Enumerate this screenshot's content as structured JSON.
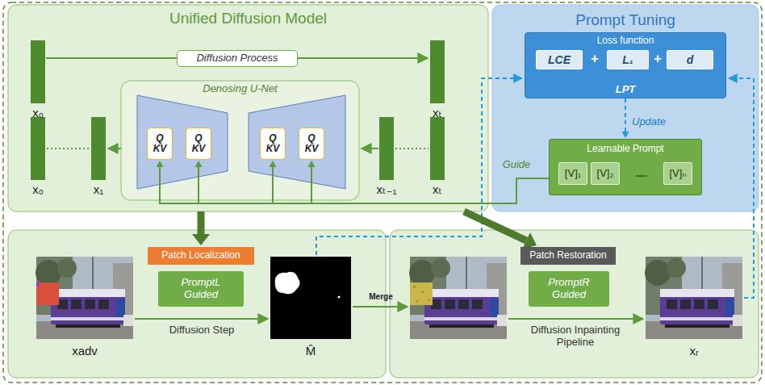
{
  "diagram": {
    "nodes": [
      {
        "text": [
          "Unified Diffusion Model"
        ]
      },
      {
        "text": [
          "Diffusion Process"
        ],
        "in": 0
      },
      {
        "text": [
          "Denosing U-Net"
        ],
        "in": 0
      },
      {
        "text": [
          "Q KV"
        ],
        "in": 2
      },
      {
        "text": [
          "Q KV"
        ],
        "in": 2
      },
      {
        "text": [
          "Q KV"
        ],
        "in": 2
      },
      {
        "text": [
          "Q KV"
        ],
        "in": 2
      },
      {
        "text": [
          "Prompt Tuning"
        ]
      },
      {
        "text": [
          "Loss function",
          "LPT"
        ],
        "in": 7
      },
      {
        "text": [
          "LCE"
        ],
        "in": 8
      },
      {
        "text": [
          "L₁"
        ],
        "in": 8
      },
      {
        "text": [
          "d"
        ],
        "in": 8
      },
      {
        "text": [
          "Learnable Prompt"
        ],
        "in": 7
      },
      {
        "text": [
          "[V]₁"
        ],
        "in": 12
      },
      {
        "text": [
          "[V]₂"
        ],
        "in": 12
      },
      {
        "text": [
          "[V]ₙ"
        ],
        "in": 12
      },
      {
        "text": [
          "Patch Localization"
        ]
      },
      {
        "text": [
          "PromptL Guided"
        ]
      },
      {
        "text": [
          "Patch Restoration"
        ]
      },
      {
        "text": [
          "PromptR Guided"
        ]
      }
    ],
    "edges": [
      {
        "from": 12,
        "to": 3,
        "arrow": "to"
      },
      {
        "from": 12,
        "to": 4,
        "arrow": "to"
      },
      {
        "from": 12,
        "to": 5,
        "arrow": "to"
      },
      {
        "from": 12,
        "to": 6,
        "arrow": "to"
      },
      {
        "from": 8,
        "to": 12,
        "label": "Update",
        "arrow": "to"
      },
      {
        "from": 0,
        "to": 16,
        "arrow": "to"
      },
      {
        "from": 0,
        "to": 18,
        "arrow": "to"
      }
    ],
    "labels": [
      "x₀",
      "xₜ",
      "x₀",
      "x₁",
      "xₜ₋₁",
      "xₜ",
      "+",
      "+",
      "....",
      "Guide",
      "xadv",
      "Diffusion Step",
      "M̂",
      "Merge",
      "Diffusion Inpainting Pipeline",
      "xᵣ"
    ]
  }
}
